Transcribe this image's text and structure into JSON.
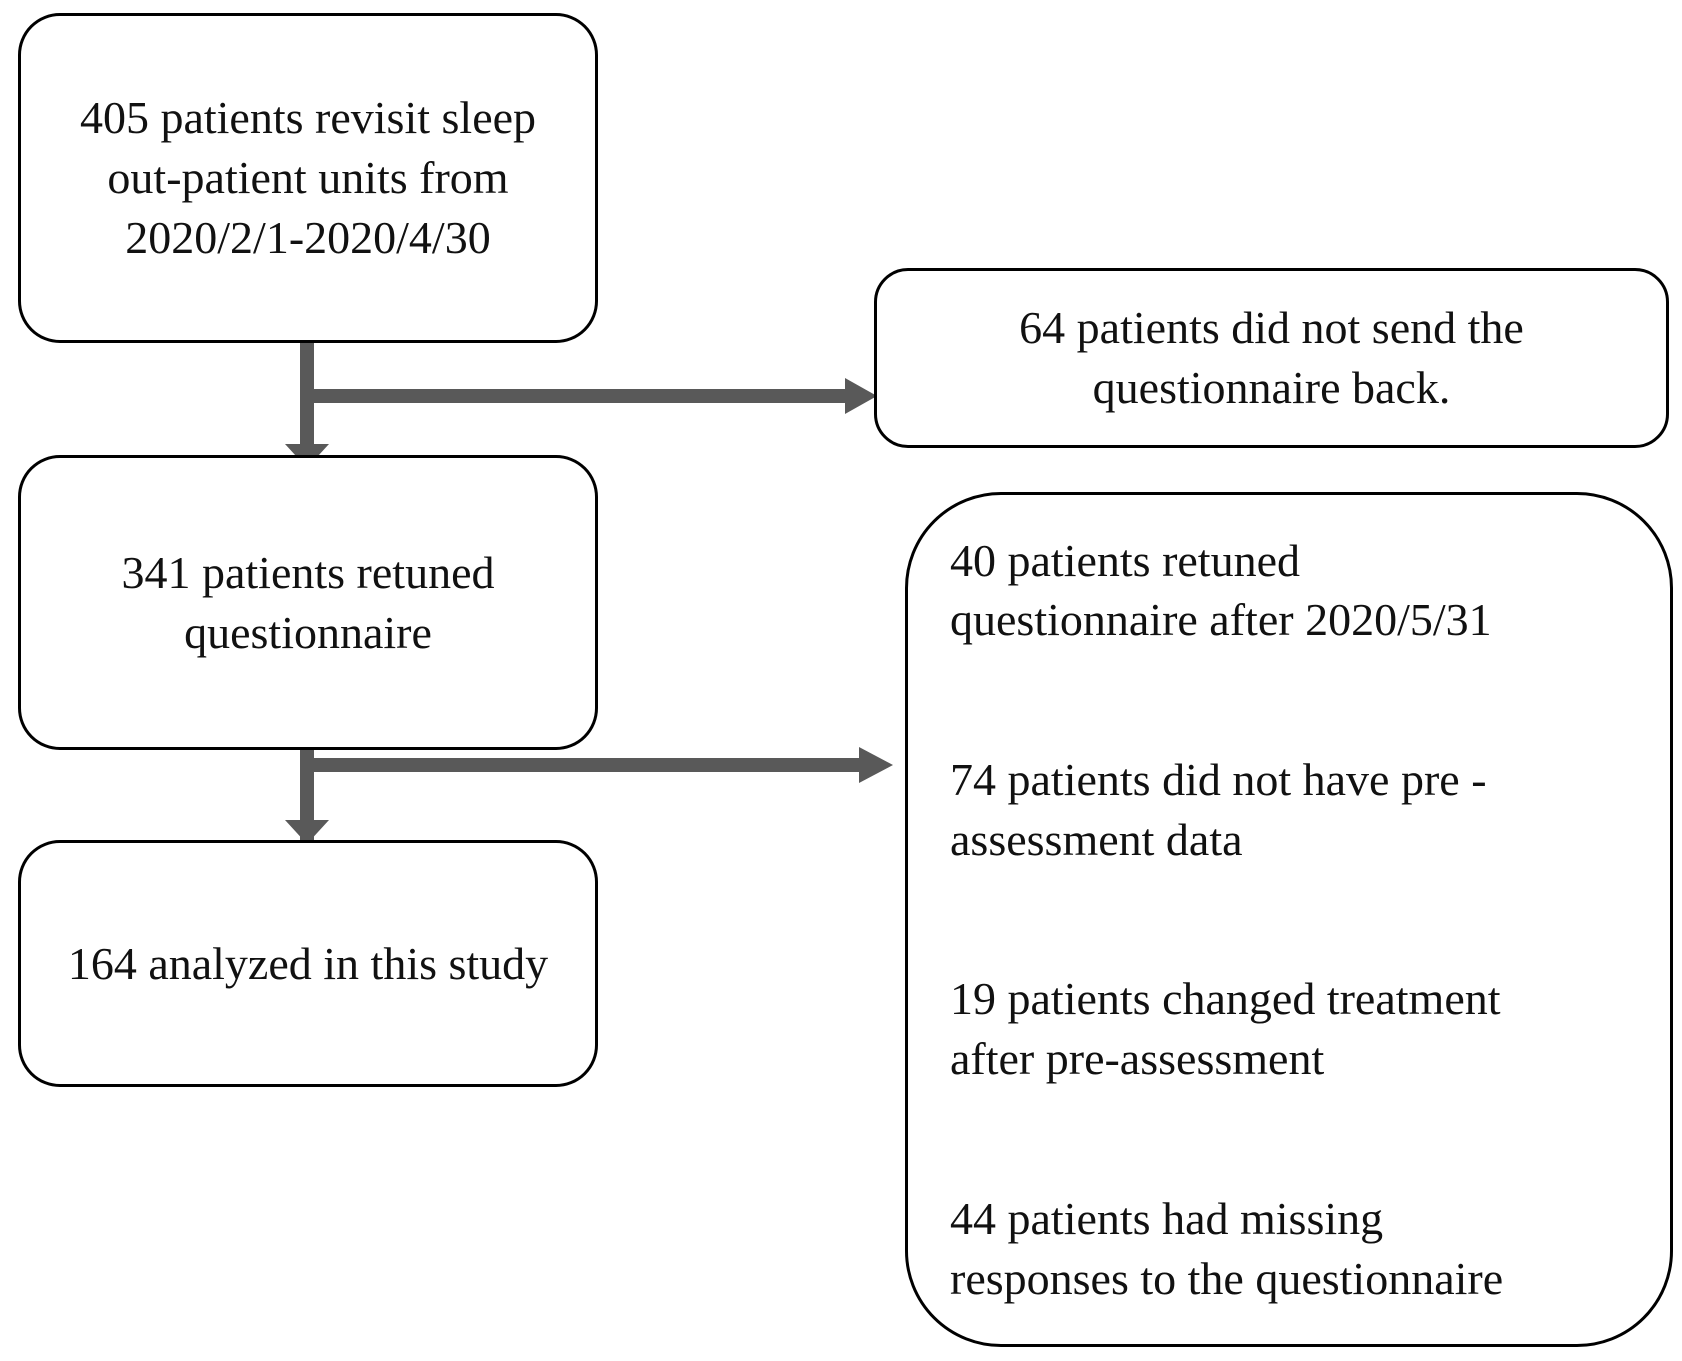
{
  "diagram": {
    "type": "study-flow-chart",
    "stroke_color": "#000000",
    "arrow_color": "#595959",
    "background": "#ffffff",
    "nodes": {
      "enrolled": {
        "id": "enrolled",
        "count": 405,
        "text": "405 patients revisit sleep\nout-patient units from\n2020/2/1-2020/4/30"
      },
      "returned": {
        "id": "returned",
        "count": 341,
        "text": "341 patients retuned\nquestionnaire"
      },
      "analyzed": {
        "id": "analyzed",
        "count": 164,
        "text": "164 analyzed in this study"
      },
      "not_sent_back": {
        "id": "not-sent-back",
        "count": 64,
        "text": "64 patients did not send the\nquestionnaire back."
      },
      "excluded": {
        "id": "excluded",
        "reasons": [
          {
            "count": 40,
            "text": "40 patients retuned\nquestionnaire after 2020/5/31"
          },
          {
            "count": 74,
            "text": "74 patients did not have pre -\nassessment data"
          },
          {
            "count": 19,
            "text": "19 patients changed treatment\nafter pre-assessment"
          },
          {
            "count": 44,
            "text": "44 patients had missing\nresponses to the questionnaire"
          }
        ]
      }
    },
    "edges": [
      {
        "id": "enrolled-to-returned",
        "from": "enrolled",
        "to": "returned",
        "direction": "down"
      },
      {
        "id": "enrolled-to-not-sent",
        "from": "enrolled",
        "to": "not_sent_back",
        "direction": "right"
      },
      {
        "id": "returned-to-analyzed",
        "from": "returned",
        "to": "analyzed",
        "direction": "down"
      },
      {
        "id": "returned-to-excluded",
        "from": "returned",
        "to": "excluded",
        "direction": "right"
      }
    ]
  }
}
